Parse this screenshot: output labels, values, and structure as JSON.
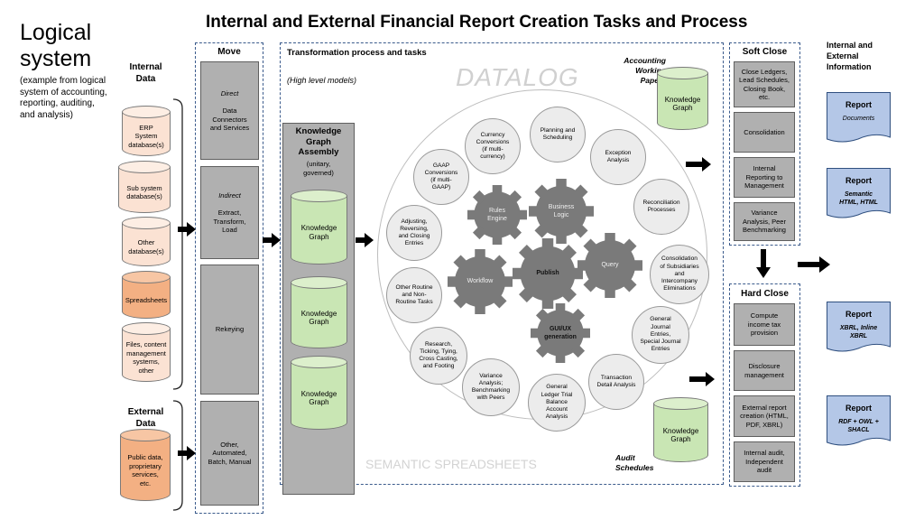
{
  "title": "Internal and External Financial Report Creation Tasks and Process",
  "logical": {
    "heading": "Logical\nsystem",
    "subtitle": "(example from logical system of accounting, reporting, auditing, and analysis)"
  },
  "internal_data_label": "Internal\nData",
  "external_data_label": "External\nData",
  "internal_sources": [
    "ERP\nSystem\ndatabase(s)",
    "Sub system\ndatabase(s)",
    "Other\ndatabase(s)",
    "Spreadsheets",
    "Files, content\nmanagement\nsystems,\nother"
  ],
  "external_source": "Public data,\nproprietary\nservices,\netc.",
  "move": {
    "title": "Move",
    "boxes": [
      {
        "italic": "Direct",
        "text": "Data\nConnectors\nand Services"
      },
      {
        "italic": "Indirect",
        "text": "Extract,\nTransform,\nLoad"
      },
      {
        "italic": "",
        "text": "Rekeying"
      },
      {
        "italic": "",
        "text": "Other,\nAutomated,\nBatch, Manual"
      }
    ]
  },
  "transformation": {
    "title": "Transformation process and tasks",
    "subtitle": "(High level models)",
    "watermark_top": "DATALOG",
    "watermark_bottom": "SEMANTIC SPREADSHEETS"
  },
  "kg_assembly": {
    "title": "Knowledge\nGraph\nAssembly",
    "subtitle": "(unitary,\ngoverned)",
    "graphs": [
      "Knowledge\nGraph",
      "Knowledge\nGraph",
      "Knowledge\nGraph"
    ]
  },
  "circles": [
    "Currency\nConversions\n(if multi-\ncurrency)",
    "Planning and\nScheduling",
    "Exception\nAnalysis",
    "GAAP\nConversions\n(if multi-\nGAAP)",
    "Reconciliation\nProcesses",
    "Adjusting,\nReversing,\nand Closing\nEntries",
    "Consolidation\nof Subsidiaries\nand\nIntercompany\nEliminations",
    "Other Routine\nand Non-\nRoutine Tasks",
    "General\nJournal\nEntries,\nSpecial Journal\nEntries",
    "Research,\nTicking, Tying,\nCross Casting,\nand Footing",
    "Transaction\nDetail Analysis",
    "Variance\nAnalysis;\nBenchmarking\nwith Peers",
    "General\nLedger Trial\nBalance\nAccount\nAnalysis"
  ],
  "gears": {
    "rules": "Rules\nEngine",
    "business": "Business\nLogic",
    "workflow": "Workflow",
    "publish": "Publish",
    "query": "Query",
    "gui": "GUI/UX\ngeneration"
  },
  "working_papers": {
    "label": "Accounting\nWorking\nPapers",
    "graph": "Knowledge\nGraph"
  },
  "audit": {
    "label": "Audit\nSchedules",
    "graph": "Knowledge\nGraph"
  },
  "soft_close": {
    "title": "Soft Close",
    "boxes": [
      "Close Ledgers,\nLead Schedules,\nClosing Book,\netc.",
      "Consolidation",
      "Internal\nReporting to\nManagement",
      "Variance\nAnalysis, Peer\nBenchmarking"
    ]
  },
  "hard_close": {
    "title": "Hard Close",
    "boxes": [
      "Compute\nincome tax\nprovision",
      "Disclosure\nmanagement",
      "External report\ncreation (HTML,\nPDF, XBRL)",
      "Internal audit,\nIndependent\naudit"
    ]
  },
  "info_label": "Internal  and\nExternal\nInformation",
  "reports": [
    {
      "title": "Report",
      "sub": "Documents"
    },
    {
      "title": "Report",
      "sub": "Semantic\nHTML, HTML"
    },
    {
      "title": "Report",
      "sub": "XBRL, Inline\nXBRL"
    },
    {
      "title": "Report",
      "sub": "RDF + OWL +\nSHACL"
    }
  ]
}
